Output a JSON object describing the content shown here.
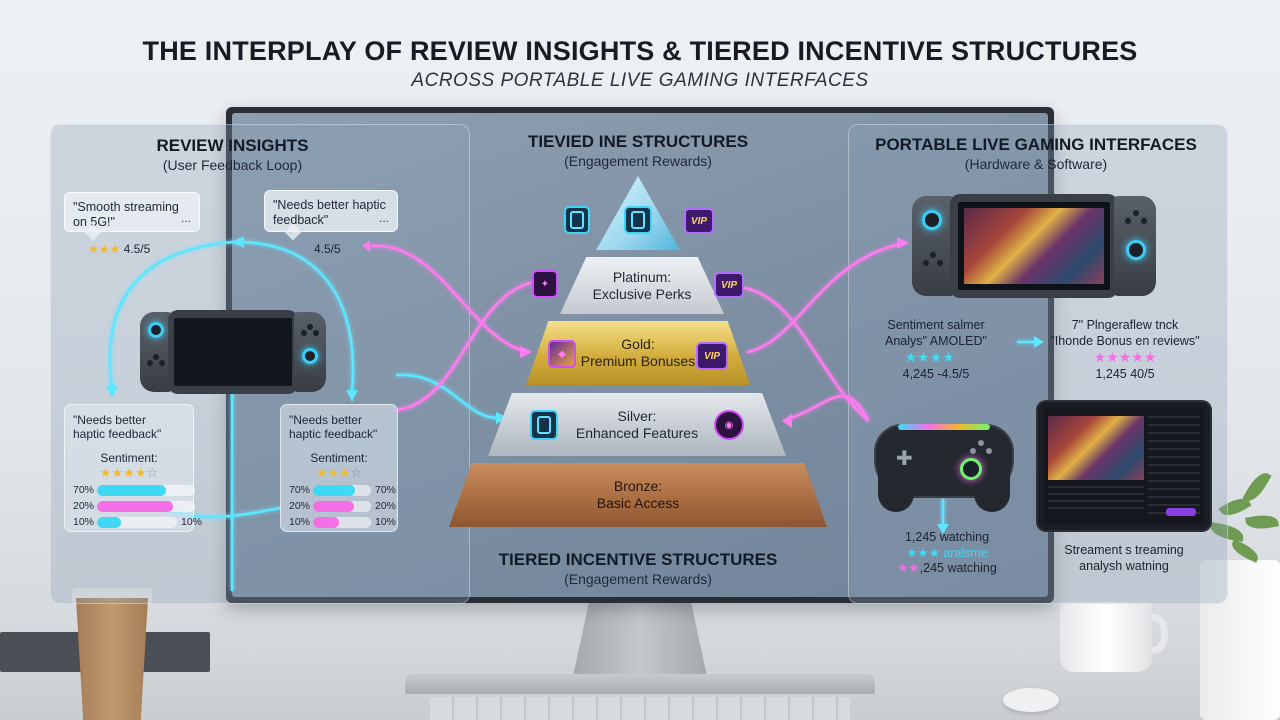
{
  "header": {
    "title": "THE INTERPLAY OF REVIEW INSIGHTS & TIERED INCENTIVE STRUCTURES",
    "subtitle": "ACROSS PORTABLE LIVE GAMING INTERFACES"
  },
  "review": {
    "title": "REVIEW INSIGHTS",
    "subtitle": "(User Feedback Loop)",
    "bubble1": {
      "text": "\"Smooth streaming on 5G!\"",
      "dots": "...",
      "stars": "★★★",
      "score": "4.5/5"
    },
    "bubble2": {
      "text": "\"Needs better haptic feedback\"",
      "dots": "...",
      "score": "4.5/5"
    },
    "card1": {
      "quote": "\"Needs better haptic feedback\"",
      "sentiment": "Sentiment:",
      "stars": "★★★★",
      "stars_empty": "☆",
      "bars": [
        {
          "label": "70%",
          "value": 0.7,
          "color": "#3fd9f5",
          "right": ""
        },
        {
          "label": "20%",
          "value": 0.78,
          "color": "#f46ee6",
          "right": ""
        },
        {
          "label": "10%",
          "value": 0.3,
          "color": "#3fd9f5",
          "right": "10%"
        }
      ]
    },
    "card2": {
      "quote": "\"Needs better haptic feedback\"",
      "sentiment": "Sentiment:",
      "stars": "★★★",
      "stars_empty": "☆",
      "bars": [
        {
          "label": "70%",
          "value": 0.72,
          "color": "#3fd9f5",
          "right": "70%"
        },
        {
          "label": "20%",
          "value": 0.7,
          "color": "#f46ee6",
          "right": "20%"
        },
        {
          "label": "10%",
          "value": 0.45,
          "color": "#f46ee6",
          "right": "10%"
        }
      ]
    }
  },
  "incentives": {
    "top_title": "TIEVIED INE STRUCTURES",
    "top_subtitle": "(Engagement Rewards)",
    "bottom_title": "TIERED INCENTIVE STRUCTURES",
    "bottom_subtitle": "(Engagement Rewards)",
    "tiers": {
      "platinum": {
        "name": "Platinum:",
        "desc": "Exclusive Perks"
      },
      "gold": {
        "name": "Gold:",
        "desc": "Premium Bonuses"
      },
      "silver": {
        "name": "Silver:",
        "desc": "Enhanced Features"
      },
      "bronze": {
        "name": "Bronze:",
        "desc": "Basic Access"
      }
    },
    "vip_label": "VIP"
  },
  "interfaces": {
    "title": "PORTABLE LIVE GAMING INTERFACES",
    "subtitle": "(Hardware & Software)",
    "info1": {
      "line1": "Sentiment salmer",
      "line2": "Analys\" AMOLED\"",
      "stars": "★★★★",
      "stars_empty": "☆",
      "stats": "4,245 -4.5/5"
    },
    "info2": {
      "line1": "7\" Plngeraflew tnck",
      "line2": "\"Ihonde Bonus en reviews\"",
      "stars": "★★★★★",
      "stats": "1,245 40/5"
    },
    "info3": {
      "line1": "1,245 watching",
      "stars1": "★★★",
      "line2": "aralsme",
      "stars2": "★★",
      "line3": ",245 watching"
    },
    "info4": {
      "line1": "Streament s treaming",
      "line2": "analysh watning"
    }
  },
  "colors": {
    "cyan": "#3fd9f5",
    "magenta": "#f46ee6",
    "gold": "#d3ad3c",
    "bronze": "#a76b40"
  }
}
